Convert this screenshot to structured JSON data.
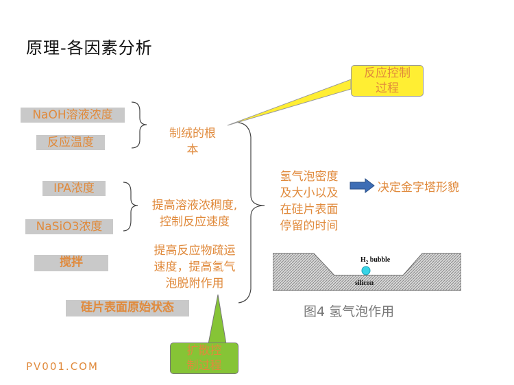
{
  "title": "原理-各因素分析",
  "factors": [
    "NaOH溶液浓度",
    "反应温度",
    "IPA浓度",
    "NaSiO3浓度",
    "搅拌",
    "硅片表面原始状态"
  ],
  "effects": {
    "root": "制绒的根\n本",
    "viscosity": "提高溶液浓稠度,\n控制反应速度",
    "transport": "提高反应物疏运\n速度，提高氢气\n泡脱附作用"
  },
  "bubble_density": "氢气泡密度\n及大小以及\n在硅片表面\n停留的时间",
  "result": "决定金字塔形貌",
  "callouts": {
    "reaction_control": "反应控制\n过程",
    "diffusion_control": "扩散控\n制过程"
  },
  "figure": {
    "h2_label": "H",
    "h2_sub": "2",
    "h2_word": "bubble",
    "silicon_label": "silicon",
    "caption": "图4 氢气泡作用"
  },
  "watermark": "PV001.COM",
  "colors": {
    "accent_text": "#e08a3c",
    "factor_bg": "#c9c9c9",
    "reaction_callout": "#ffee33",
    "diffusion_callout": "#86c436",
    "arrow": "#3d6db5"
  }
}
